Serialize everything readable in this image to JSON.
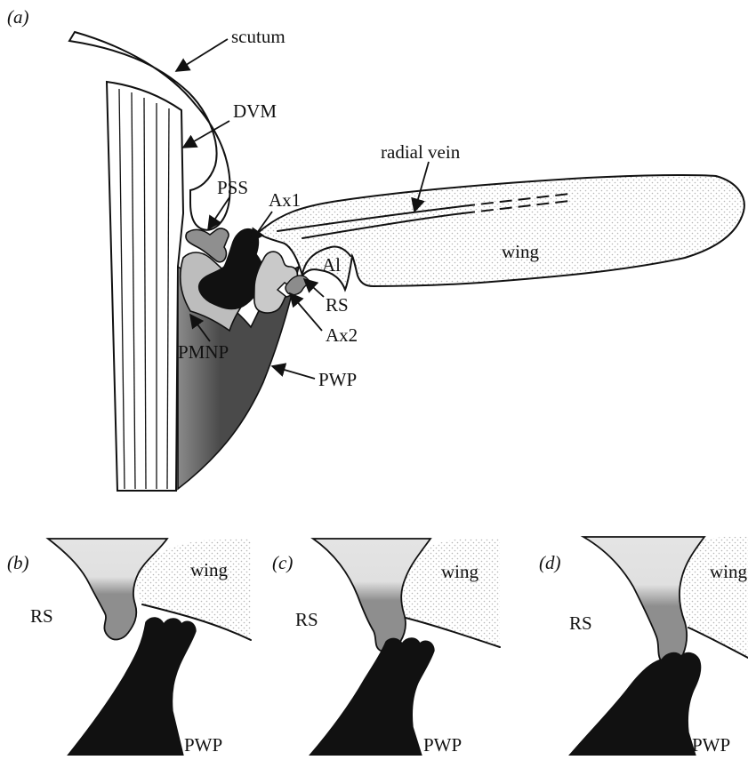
{
  "panels": {
    "a": "(a)",
    "b": "(b)",
    "c": "(c)",
    "d": "(d)"
  },
  "labels": {
    "scutum": "scutum",
    "dvm": "DVM",
    "radial_vein": "radial vein",
    "pss": "PSS",
    "ax1": "Ax1",
    "wing": "wing",
    "al": "Al",
    "rs": "RS",
    "ax2": "Ax2",
    "pmnp": "PMNP",
    "pwp": "PWP"
  },
  "colors": {
    "black_sclerite": "#111111",
    "dark_gray": "#555555",
    "mid_gray": "#8c8c8c",
    "light_gray": "#bcbcbc",
    "pale_gray": "#dedede",
    "wing_dots": "#b5b5b5"
  }
}
